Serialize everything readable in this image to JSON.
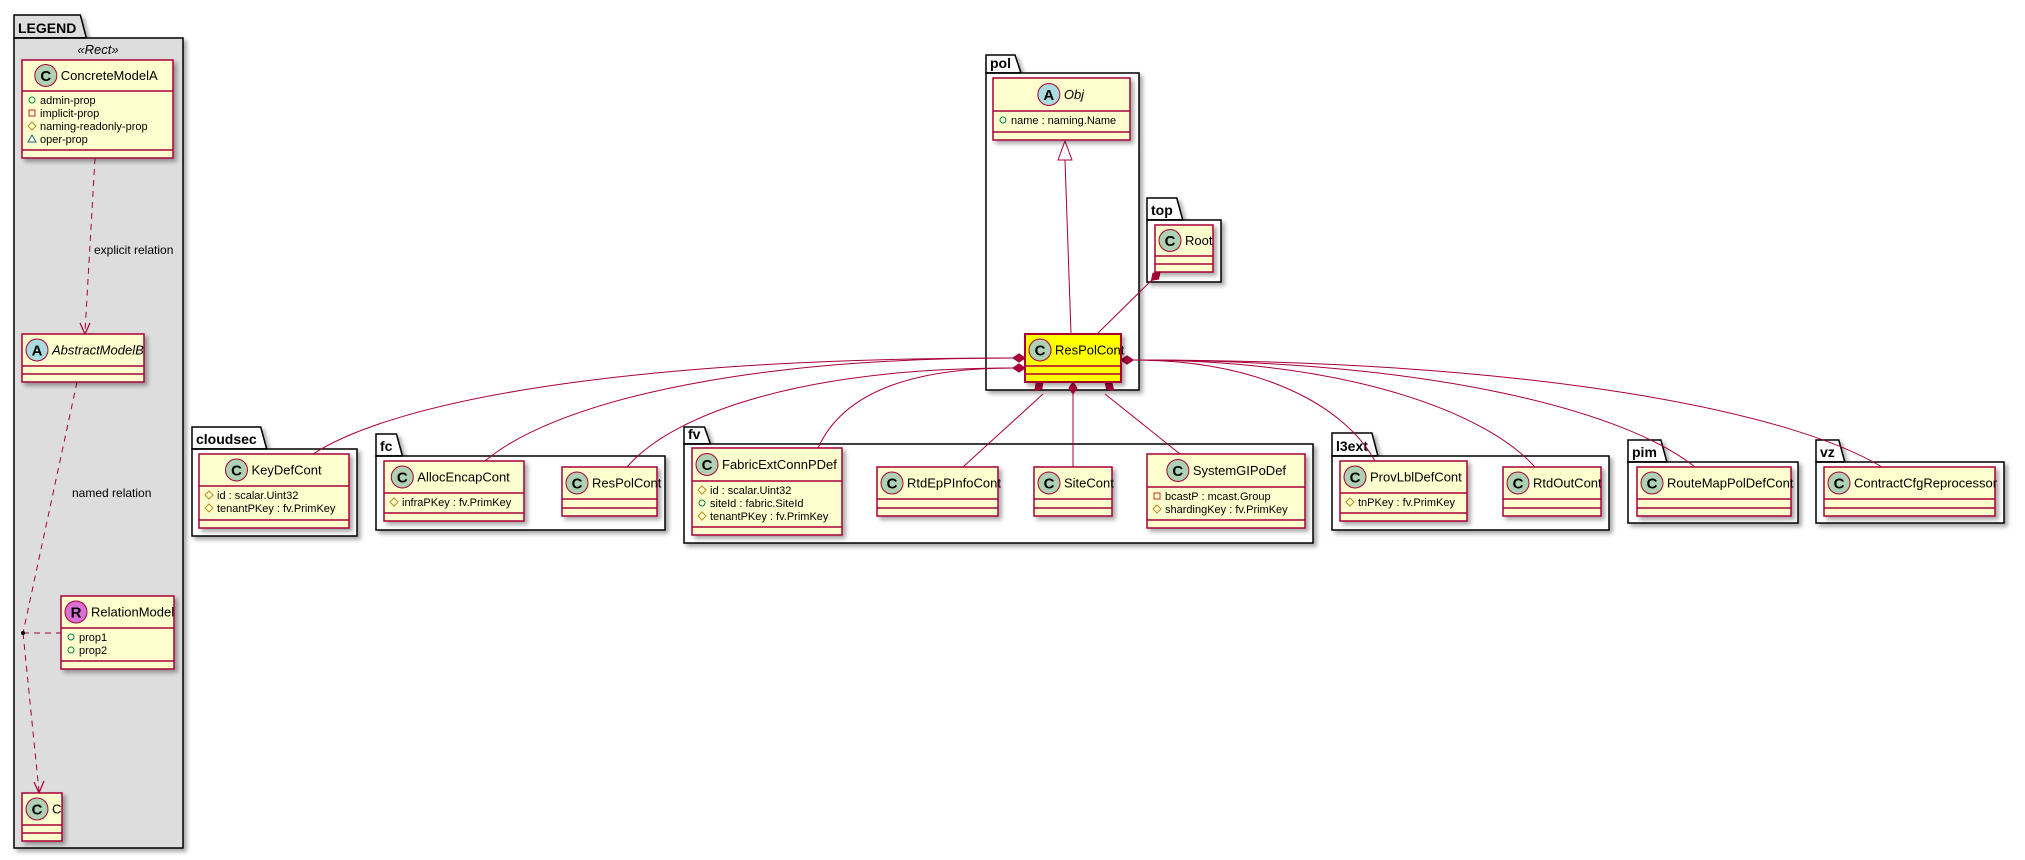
{
  "colors": {
    "class_fill": "#FEFECE",
    "class_border": "#A80036",
    "highlight_fill": "#FFFF00",
    "legend_fill": "#DDDDDD",
    "edge": "#A80036",
    "spot_class": "#ADD1B2",
    "spot_abstract": "#A9DCDF",
    "spot_relation": "#DA70D6",
    "vis_public": "#038048",
    "vis_private": "#C82930",
    "vis_protected": "#B38D22",
    "vis_package": "#1963A0"
  },
  "legend": {
    "title": "LEGEND",
    "stereotype": "«Rect»",
    "classes": [
      {
        "name": "ConcreteModelA",
        "kind": "class",
        "attrs": [
          {
            "vis": "public",
            "text": "admin-prop"
          },
          {
            "vis": "private",
            "text": "implicit-prop"
          },
          {
            "vis": "protected",
            "text": "naming-readonly-prop"
          },
          {
            "vis": "package",
            "text": "oper-prop"
          }
        ]
      },
      {
        "name": "AbstractModelB",
        "kind": "abstract",
        "attrs": []
      },
      {
        "name": "RelationModel",
        "kind": "relation",
        "attrs": [
          {
            "vis": "public",
            "text": "prop1"
          },
          {
            "vis": "public",
            "text": "prop2"
          }
        ]
      },
      {
        "name": "C",
        "kind": "class",
        "attrs": []
      }
    ],
    "relations": {
      "explicit_label": "explicit relation",
      "named_label": "named relation"
    }
  },
  "packages": [
    {
      "name": "pol",
      "classes": [
        {
          "name": "Obj",
          "kind": "abstract",
          "attrs": [
            {
              "vis": "public",
              "text": "name : naming.Name"
            }
          ]
        },
        {
          "name": "ResPolCont",
          "kind": "class",
          "highlight": true,
          "attrs": []
        }
      ]
    },
    {
      "name": "top",
      "classes": [
        {
          "name": "Root",
          "kind": "class",
          "attrs": []
        }
      ]
    },
    {
      "name": "cloudsec",
      "classes": [
        {
          "name": "KeyDefCont",
          "kind": "class",
          "attrs": [
            {
              "vis": "protected",
              "text": "id : scalar.Uint32"
            },
            {
              "vis": "protected",
              "text": "tenantPKey : fv.PrimKey"
            }
          ]
        }
      ]
    },
    {
      "name": "fc",
      "classes": [
        {
          "name": "AllocEncapCont",
          "kind": "class",
          "attrs": [
            {
              "vis": "protected",
              "text": "infraPKey : fv.PrimKey"
            }
          ]
        },
        {
          "name": "ResPolCont",
          "kind": "class",
          "attrs": []
        }
      ]
    },
    {
      "name": "fv",
      "classes": [
        {
          "name": "FabricExtConnPDef",
          "kind": "class",
          "attrs": [
            {
              "vis": "protected",
              "text": "id : scalar.Uint32"
            },
            {
              "vis": "public",
              "text": "siteId : fabric.SiteId"
            },
            {
              "vis": "protected",
              "text": "tenantPKey : fv.PrimKey"
            }
          ]
        },
        {
          "name": "RtdEpPInfoCont",
          "kind": "class",
          "attrs": []
        },
        {
          "name": "SiteCont",
          "kind": "class",
          "attrs": []
        },
        {
          "name": "SystemGIPoDef",
          "kind": "class",
          "attrs": [
            {
              "vis": "private",
              "text": "bcastP : mcast.Group"
            },
            {
              "vis": "protected",
              "text": "shardingKey : fv.PrimKey"
            }
          ]
        }
      ]
    },
    {
      "name": "l3ext",
      "classes": [
        {
          "name": "ProvLblDefCont",
          "kind": "class",
          "attrs": [
            {
              "vis": "protected",
              "text": "tnPKey : fv.PrimKey"
            }
          ]
        },
        {
          "name": "RtdOutCont",
          "kind": "class",
          "attrs": []
        }
      ]
    },
    {
      "name": "pim",
      "classes": [
        {
          "name": "RouteMapPolDefCont",
          "kind": "class",
          "attrs": []
        }
      ]
    },
    {
      "name": "vz",
      "classes": [
        {
          "name": "ContractCfgReprocessor",
          "kind": "class",
          "attrs": []
        }
      ]
    }
  ],
  "edges": [
    {
      "from": "pol.ResPolCont",
      "to": "pol.Obj",
      "type": "inheritance"
    },
    {
      "from": "top.Root",
      "to": "pol.ResPolCont",
      "type": "composition"
    },
    {
      "from": "pol.ResPolCont",
      "to": "cloudsec.KeyDefCont",
      "type": "composition"
    },
    {
      "from": "pol.ResPolCont",
      "to": "fc.AllocEncapCont",
      "type": "composition"
    },
    {
      "from": "pol.ResPolCont",
      "to": "fc.ResPolCont",
      "type": "composition"
    },
    {
      "from": "pol.ResPolCont",
      "to": "fv.FabricExtConnPDef",
      "type": "composition"
    },
    {
      "from": "pol.ResPolCont",
      "to": "fv.RtdEpPInfoCont",
      "type": "composition"
    },
    {
      "from": "pol.ResPolCont",
      "to": "fv.SiteCont",
      "type": "composition"
    },
    {
      "from": "pol.ResPolCont",
      "to": "fv.SystemGIPoDef",
      "type": "composition"
    },
    {
      "from": "pol.ResPolCont",
      "to": "l3ext.ProvLblDefCont",
      "type": "composition"
    },
    {
      "from": "pol.ResPolCont",
      "to": "l3ext.RtdOutCont",
      "type": "composition"
    },
    {
      "from": "pol.ResPolCont",
      "to": "pim.RouteMapPolDefCont",
      "type": "composition"
    },
    {
      "from": "pol.ResPolCont",
      "to": "vz.ContractCfgReprocessor",
      "type": "composition"
    }
  ]
}
